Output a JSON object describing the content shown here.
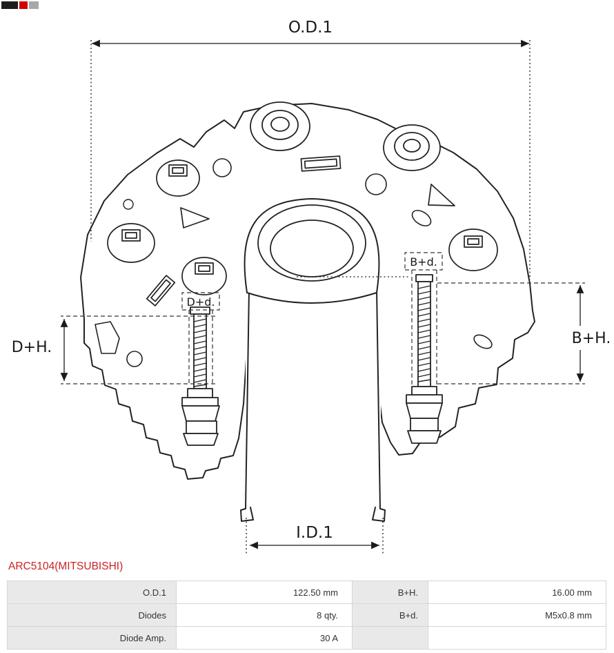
{
  "logo": {
    "dark_color": "#1c1c1c",
    "red_color": "#d40000"
  },
  "part_number": "ARC5104(MITSUBISHI)",
  "part_number_color": "#cc2222",
  "diagram": {
    "labels": {
      "od1": "O.D.1",
      "id1": "I.D.1",
      "dh": "D+H.",
      "bh": "B+H.",
      "bd": "B+d.",
      "dd": "D+d."
    }
  },
  "specs": {
    "rows": [
      {
        "label": "O.D.1",
        "value": "122.50 mm",
        "label2": "B+H.",
        "value2": "16.00 mm"
      },
      {
        "label": "Diodes",
        "value": "8 qty.",
        "label2": "B+d.",
        "value2": "M5x0.8 mm"
      },
      {
        "label": "Diode Amp.",
        "value": "30 A",
        "label2": "",
        "value2": ""
      }
    ]
  }
}
